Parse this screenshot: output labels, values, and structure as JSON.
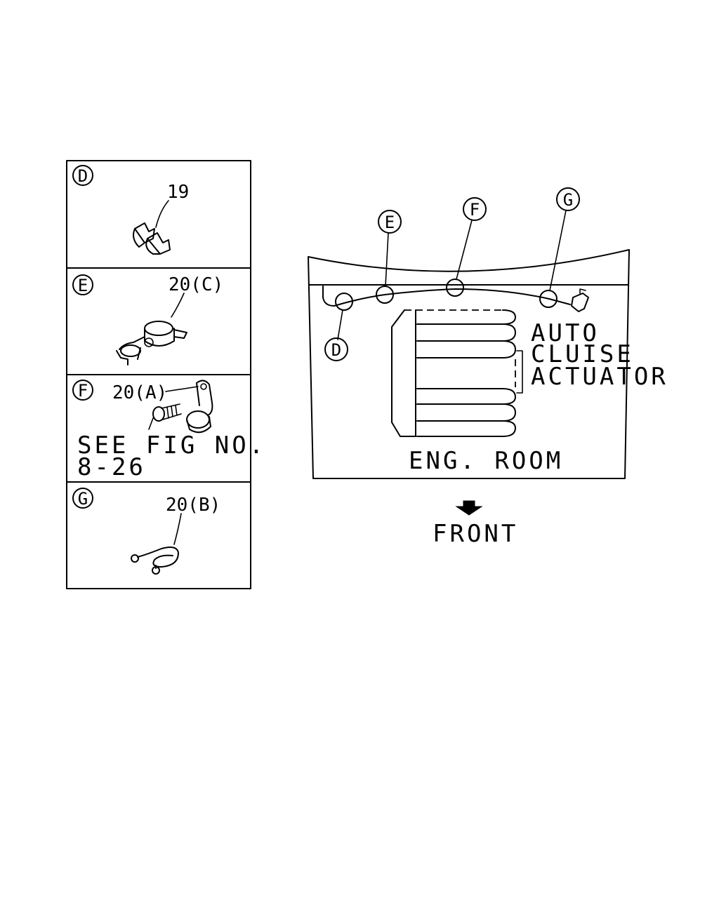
{
  "panels": {
    "d": {
      "letter": "D",
      "part": "19"
    },
    "e": {
      "letter": "E",
      "part": "20(C)"
    },
    "f": {
      "letter": "F",
      "part": "20(A)",
      "note_line1": "SEE FIG NO.",
      "note_line2": "8-26"
    },
    "g": {
      "letter": "G",
      "part": "20(B)"
    }
  },
  "main": {
    "callouts": {
      "d": "D",
      "e": "E",
      "f": "F",
      "g": "G"
    },
    "actuator_line1": "AUTO",
    "actuator_line2": "CLUISE",
    "actuator_line3": "ACTUATOR",
    "room_label": "ENG. ROOM",
    "direction_label": "FRONT"
  }
}
